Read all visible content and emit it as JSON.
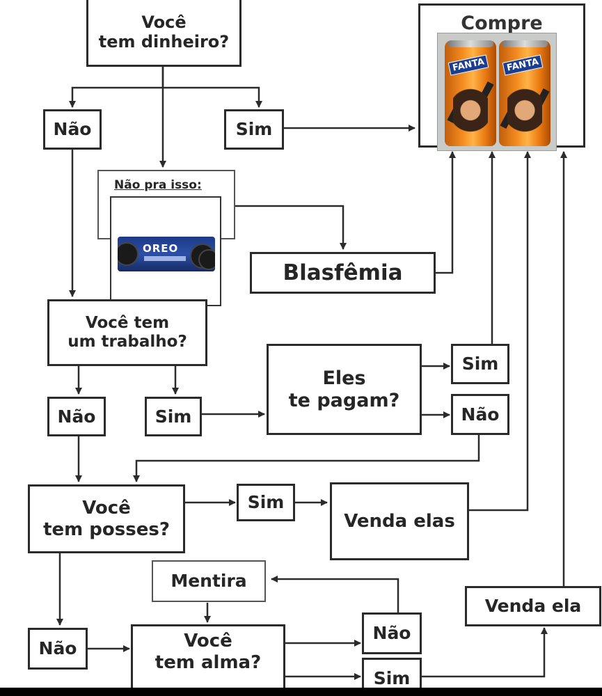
{
  "nodes": {
    "tem_dinheiro": "Você\ntem dinheiro?",
    "nao_1": "Não",
    "sim_1": "Sim",
    "nao_pra_isso": "Não pra isso:",
    "blasfemia": "Blasfêmia",
    "compre": "Compre",
    "tem_trabalho": "Você tem\num trabalho?",
    "nao_2": "Não",
    "sim_2": "Sim",
    "eles_pagam": "Eles\nte pagam?",
    "sim_3": "Sim",
    "nao_3": "Não",
    "tem_posses": "Você\ntem posses?",
    "sim_4": "Sim",
    "venda_elas": "Venda elas",
    "mentira": "Mentira",
    "venda_ela": "Venda ela",
    "nao_4": "Não",
    "tem_alma": "Você\ntem alma?",
    "nao_5": "Não",
    "sim_5": "Sim"
  },
  "images": {
    "cans_brand": "FANTA",
    "oreo_brand": "OREO"
  },
  "colors": {
    "line": "#2b2b2b",
    "can_orange": "#f48d20",
    "oreo_blue": "#1d3a86"
  }
}
